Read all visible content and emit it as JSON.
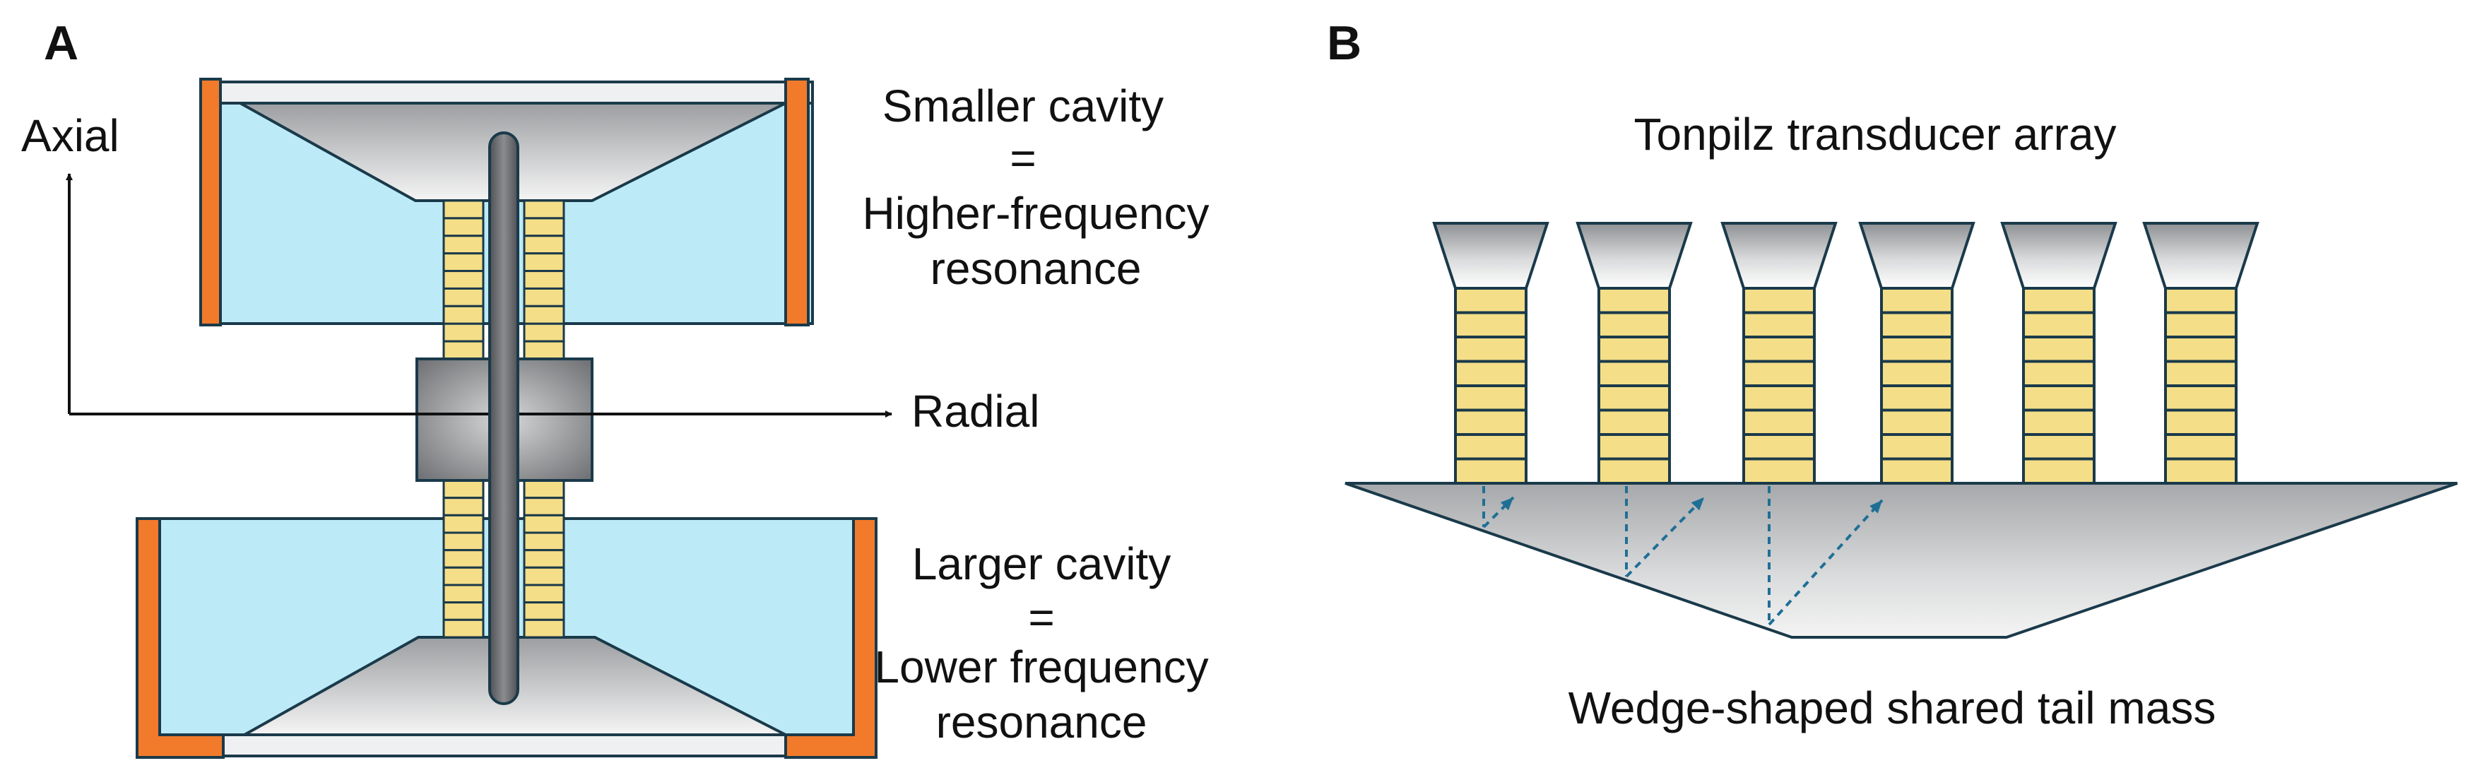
{
  "panel_a": {
    "panel_label": "A",
    "axis_axial": "Axial",
    "axis_radial": "Radial",
    "upper_caption": [
      "Smaller cavity",
      "=",
      "Higher-frequency",
      "resonance"
    ],
    "lower_caption": [
      "Larger cavity",
      "=",
      "Lower frequency",
      "resonance"
    ]
  },
  "panel_b": {
    "panel_label": "B",
    "title": "Tonpilz transducer array",
    "caption": "Wedge-shaped shared tail mass",
    "transducer_count": 6
  },
  "colors": {
    "cavity_fill": "#bdeaf7",
    "end_cap_orange": "#f27a2b",
    "piezo_yellow": "#f5de88",
    "outline": "#1a3a4a",
    "rod_gray": "#6b6d70",
    "arrow_blue": "#1f6f95"
  }
}
